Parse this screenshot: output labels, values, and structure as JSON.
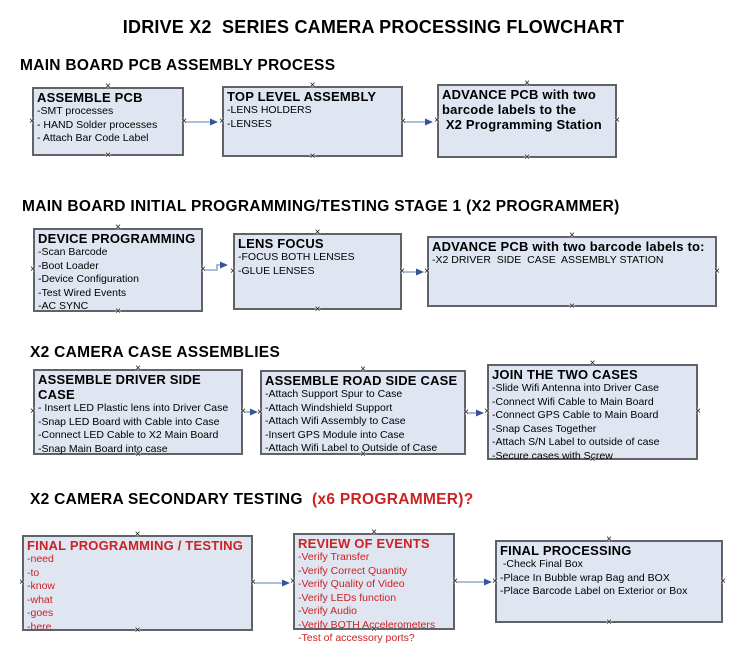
{
  "title": "IDRIVE X2  SERIES CAMERA PROCESSING FLOWCHART",
  "glyphs": {
    "anchor": "×"
  },
  "colors": {
    "box_fill": "#dfe5f1",
    "box_border": "#5f6266",
    "arrow_line": "#93a7cb",
    "arrow_head": "#35549b",
    "accent_red": "#cc2222",
    "text": "#000000"
  },
  "sections": [
    {
      "heading": "MAIN BOARD PCB ASSEMBLY PROCESS",
      "boxes": [
        {
          "title": "ASSEMBLE PCB",
          "lines": [
            "-SMT processes",
            "- HAND Solder processes",
            "- Attach Bar Code Label"
          ]
        },
        {
          "title": "TOP LEVEL ASSEMBLY",
          "lines": [
            "-LENS HOLDERS",
            "-LENSES"
          ]
        },
        {
          "title": "ADVANCE PCB with two\nbarcode labels to the\n X2 Programming Station",
          "lines": []
        }
      ]
    },
    {
      "heading": "MAIN BOARD INITIAL PROGRAMMING/TESTING STAGE 1 (X2 PROGRAMMER)",
      "boxes": [
        {
          "title": "DEVICE PROGRAMMING",
          "lines": [
            "-Scan Barcode",
            "-Boot Loader",
            "-Device Configuration",
            "-Test Wired Events",
            "-AC SYNC"
          ]
        },
        {
          "title": "LENS FOCUS",
          "lines": [
            "-FOCUS BOTH LENSES",
            "-GLUE LENSES"
          ]
        },
        {
          "title": "ADVANCE PCB with two barcode labels to:",
          "lines": [
            "-X2 DRIVER  SIDE  CASE  ASSEMBLY STATION"
          ]
        }
      ]
    },
    {
      "heading": "X2 CAMERA CASE ASSEMBLIES",
      "boxes": [
        {
          "title": "ASSEMBLE DRIVER SIDE CASE",
          "lines": [
            "- Insert LED Plastic lens into Driver Case",
            "-Snap LED Board with Cable into Case",
            "-Connect LED Cable to X2 Main Board",
            "-Snap Main Board into case"
          ]
        },
        {
          "title": "ASSEMBLE ROAD SIDE CASE",
          "lines": [
            "-Attach Support Spur to Case",
            "-Attach Windshield Support",
            "-Attach Wifi Assembly to Case",
            "-Insert GPS Module into Case",
            "-Attach Wifi Label to Outside of Case"
          ]
        },
        {
          "title": "JOIN THE TWO CASES",
          "lines": [
            "-Slide Wifi Antenna into Driver Case",
            "-Connect Wifi Cable to Main Board",
            "-Connect GPS Cable to Main Board",
            "-Snap Cases Together",
            "-Attach S/N Label to outside of case",
            "-Secure cases with Screw"
          ]
        }
      ]
    },
    {
      "heading": "X2 CAMERA SECONDARY TESTING  ",
      "heading_accent": "(x6 PROGRAMMER)?",
      "boxes": [
        {
          "title": "FINAL PROGRAMMING / TESTING",
          "lines": [
            "-need",
            "-to",
            "-know",
            "-what",
            "-goes",
            "-here"
          ]
        },
        {
          "title": "REVIEW OF EVENTS",
          "lines": [
            "-Verify Transfer",
            "-Verify Correct Quantity",
            "-Verify Quality of Video",
            "-Verify LEDs function",
            "-Verify Audio",
            "-Verify BOTH Accelerometers",
            "-Test of accessory ports?"
          ]
        },
        {
          "title": "FINAL PROCESSING",
          "lines": [
            " -Check Final Box",
            "-Place In Bubble wrap Bag and BOX",
            "-Place Barcode Label on Exterior or Box"
          ]
        }
      ]
    }
  ]
}
